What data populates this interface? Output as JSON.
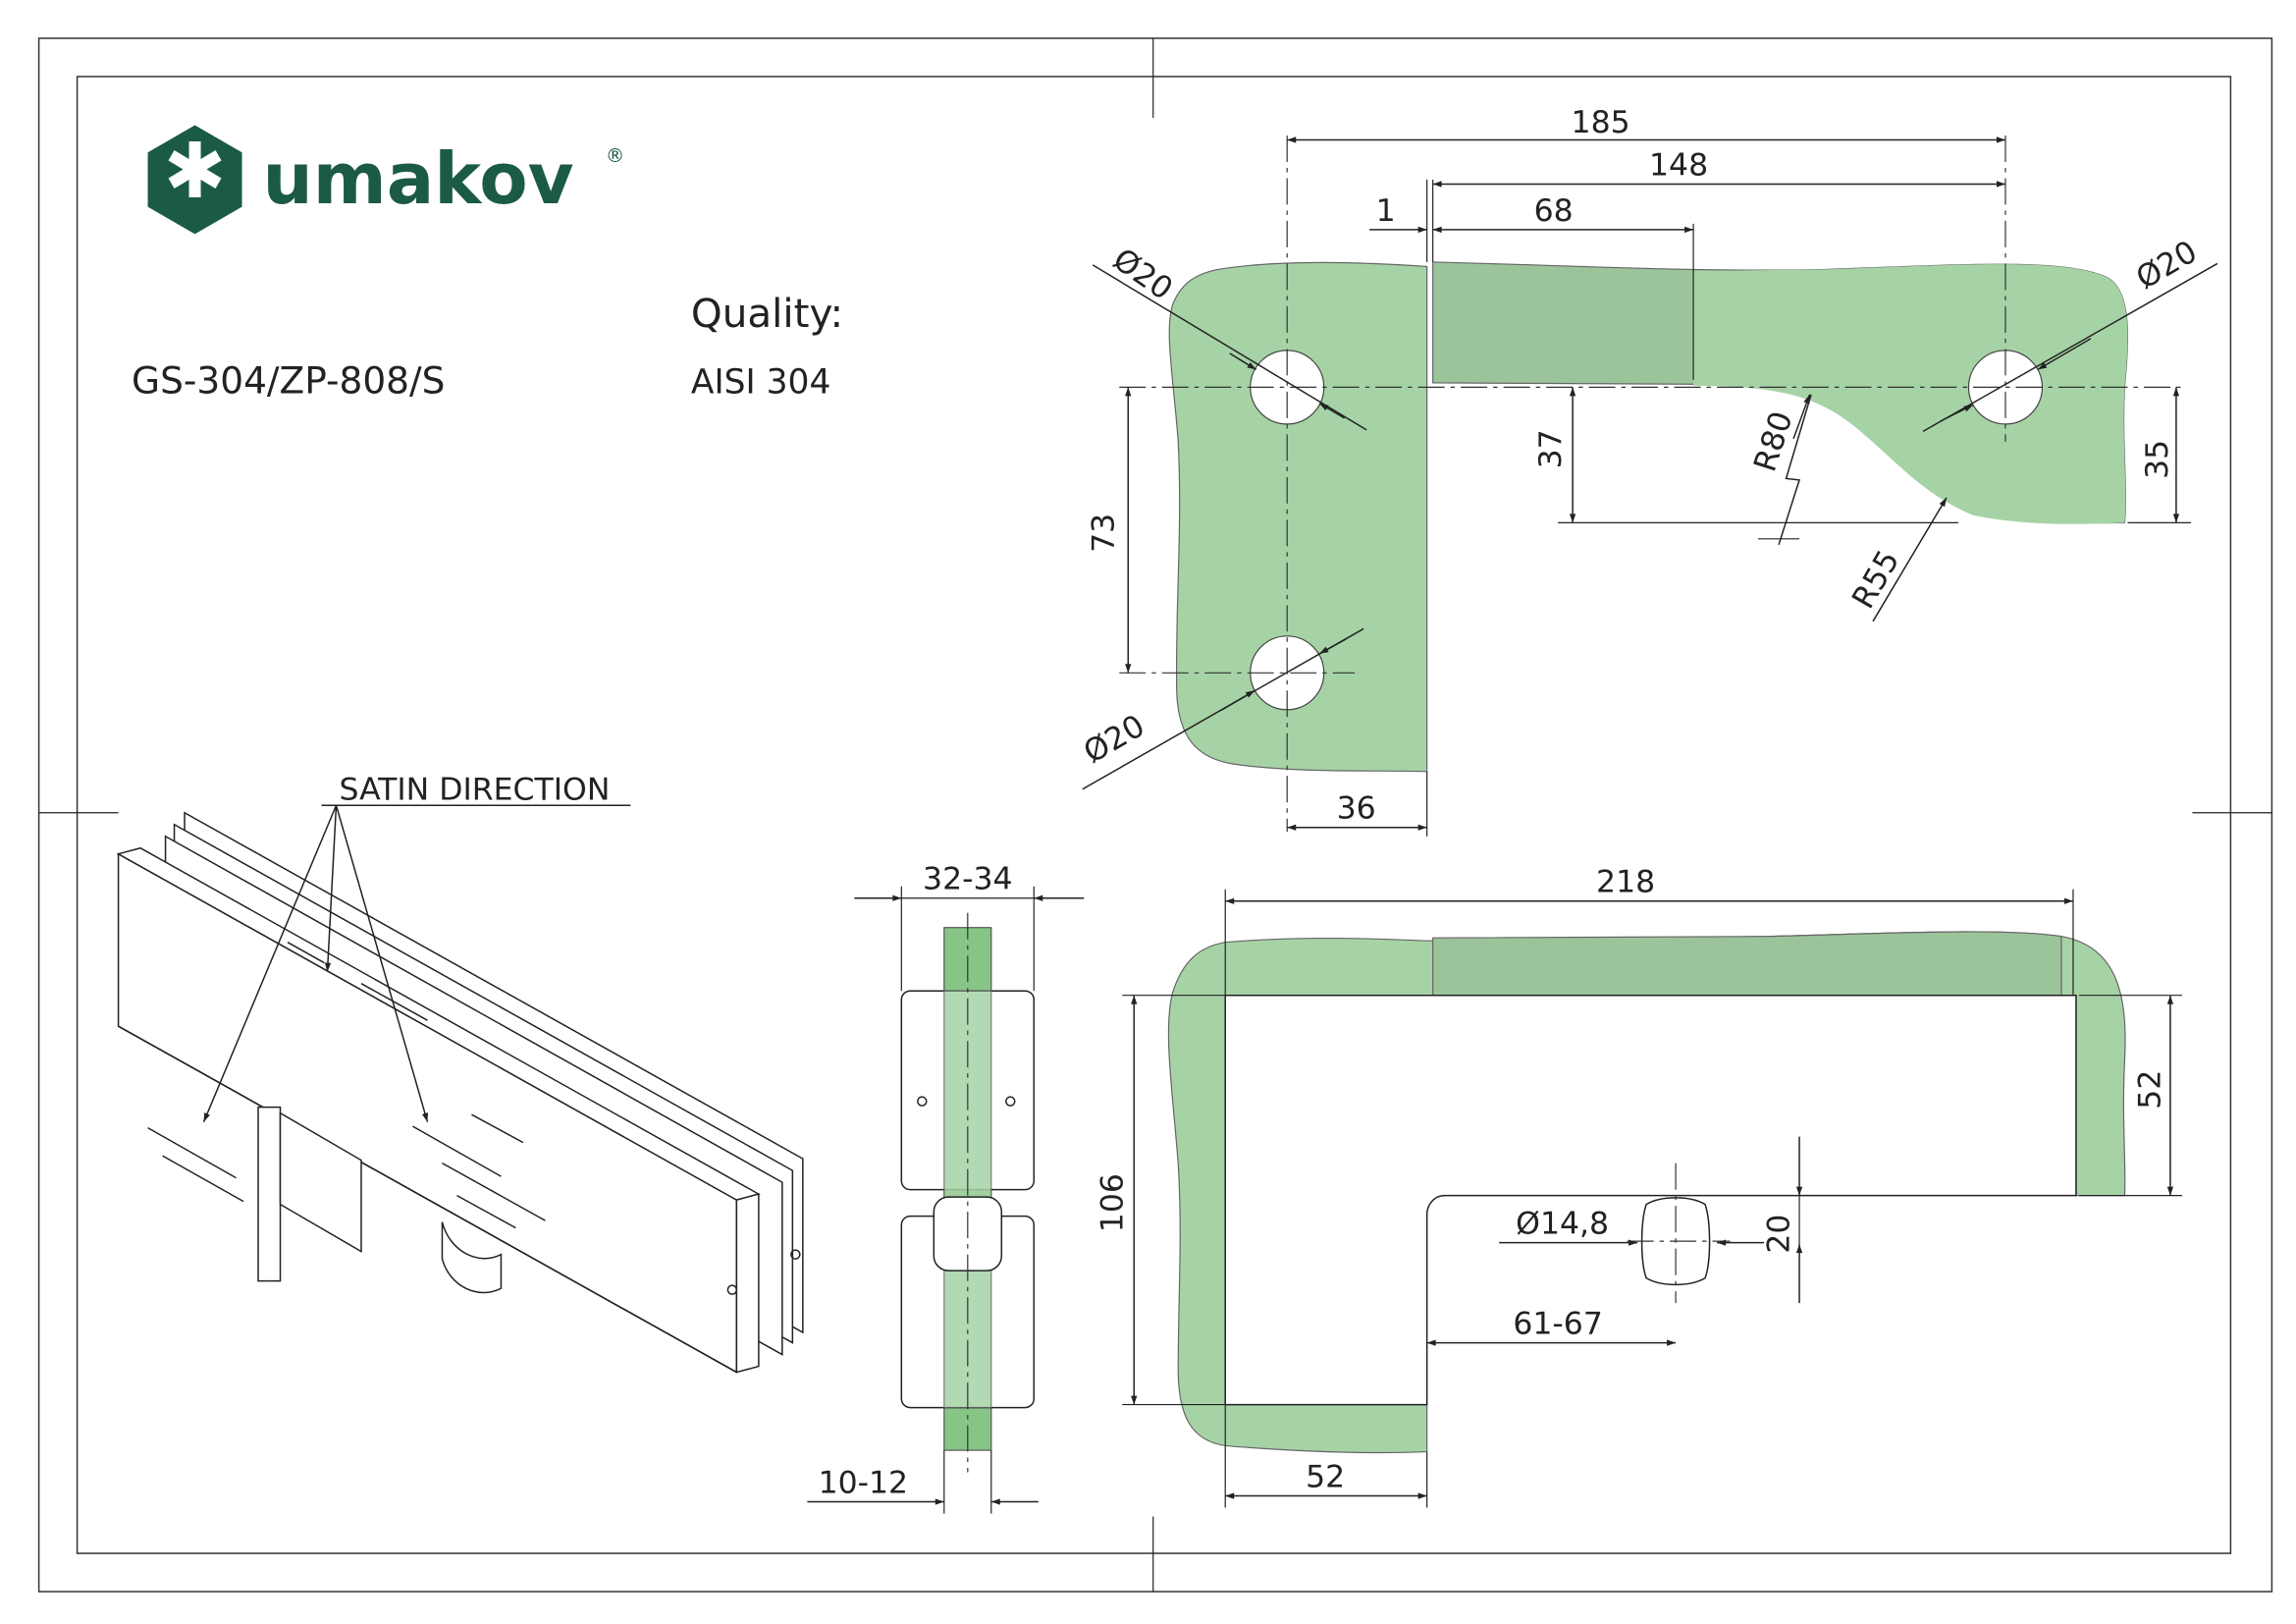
{
  "brand": {
    "name": "umakov",
    "registered_mark": "®",
    "logo_color": "#1c5a48"
  },
  "product": {
    "code": "GS-304/ZP-808/S"
  },
  "quality": {
    "label": "Quality:",
    "value": "AISI 304"
  },
  "annotation": {
    "satin_direction": "SATIN DIRECTION"
  },
  "colors": {
    "glass_fill": "#a6d3a6",
    "glass_fill_dark": "#9bc49b",
    "glass_fill_side": "#86c586",
    "line": "#222222",
    "frame": "#333333"
  },
  "top_view": {
    "dims": {
      "overall_width": "185",
      "inner_width": "148",
      "slot_width": "68",
      "gap": "1",
      "hole_dia_top_left": "Ø20",
      "hole_dia_top_right": "Ø20",
      "hole_dia_bottom": "Ø20",
      "vertical_hole_spacing": "73",
      "inner_depth": "37",
      "right_depth": "35",
      "radius_r80": "R80",
      "radius_r55": "R55",
      "left_leg_width": "36"
    }
  },
  "side_view": {
    "dims": {
      "thickness": "32-34",
      "glass_thickness": "10-12"
    }
  },
  "bottom_view": {
    "dims": {
      "overall_width": "218",
      "right_height": "52",
      "left_height": "106",
      "pivot_dia": "Ø14,8",
      "pivot_offset": "20",
      "pivot_distance": "61-67",
      "bottom_leg_width": "52"
    }
  }
}
